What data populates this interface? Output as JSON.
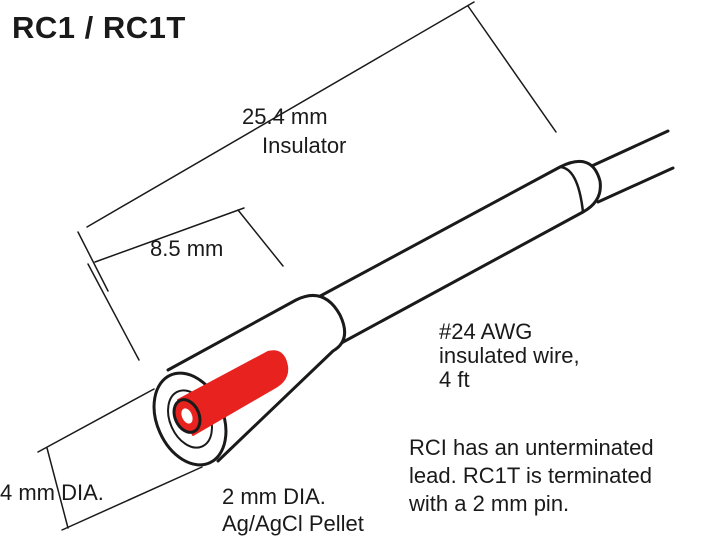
{
  "title": "RC1 / RC1T",
  "dimensions": {
    "insulator_length": "25.4 mm",
    "insulator_label": "Insulator",
    "tip_length": "8.5 mm",
    "diameter": "4 mm DIA."
  },
  "pellet": {
    "line1": "2 mm DIA.",
    "line2": "Ag/AgCl Pellet",
    "color": "#e8231f"
  },
  "wire": {
    "line1": "#24 AWG",
    "line2": "insulated wire,",
    "line3": "4 ft"
  },
  "note": {
    "line1": "RCI has an unterminated",
    "line2": "lead. RC1T is terminated",
    "line3": "with a 2 mm pin."
  }
}
